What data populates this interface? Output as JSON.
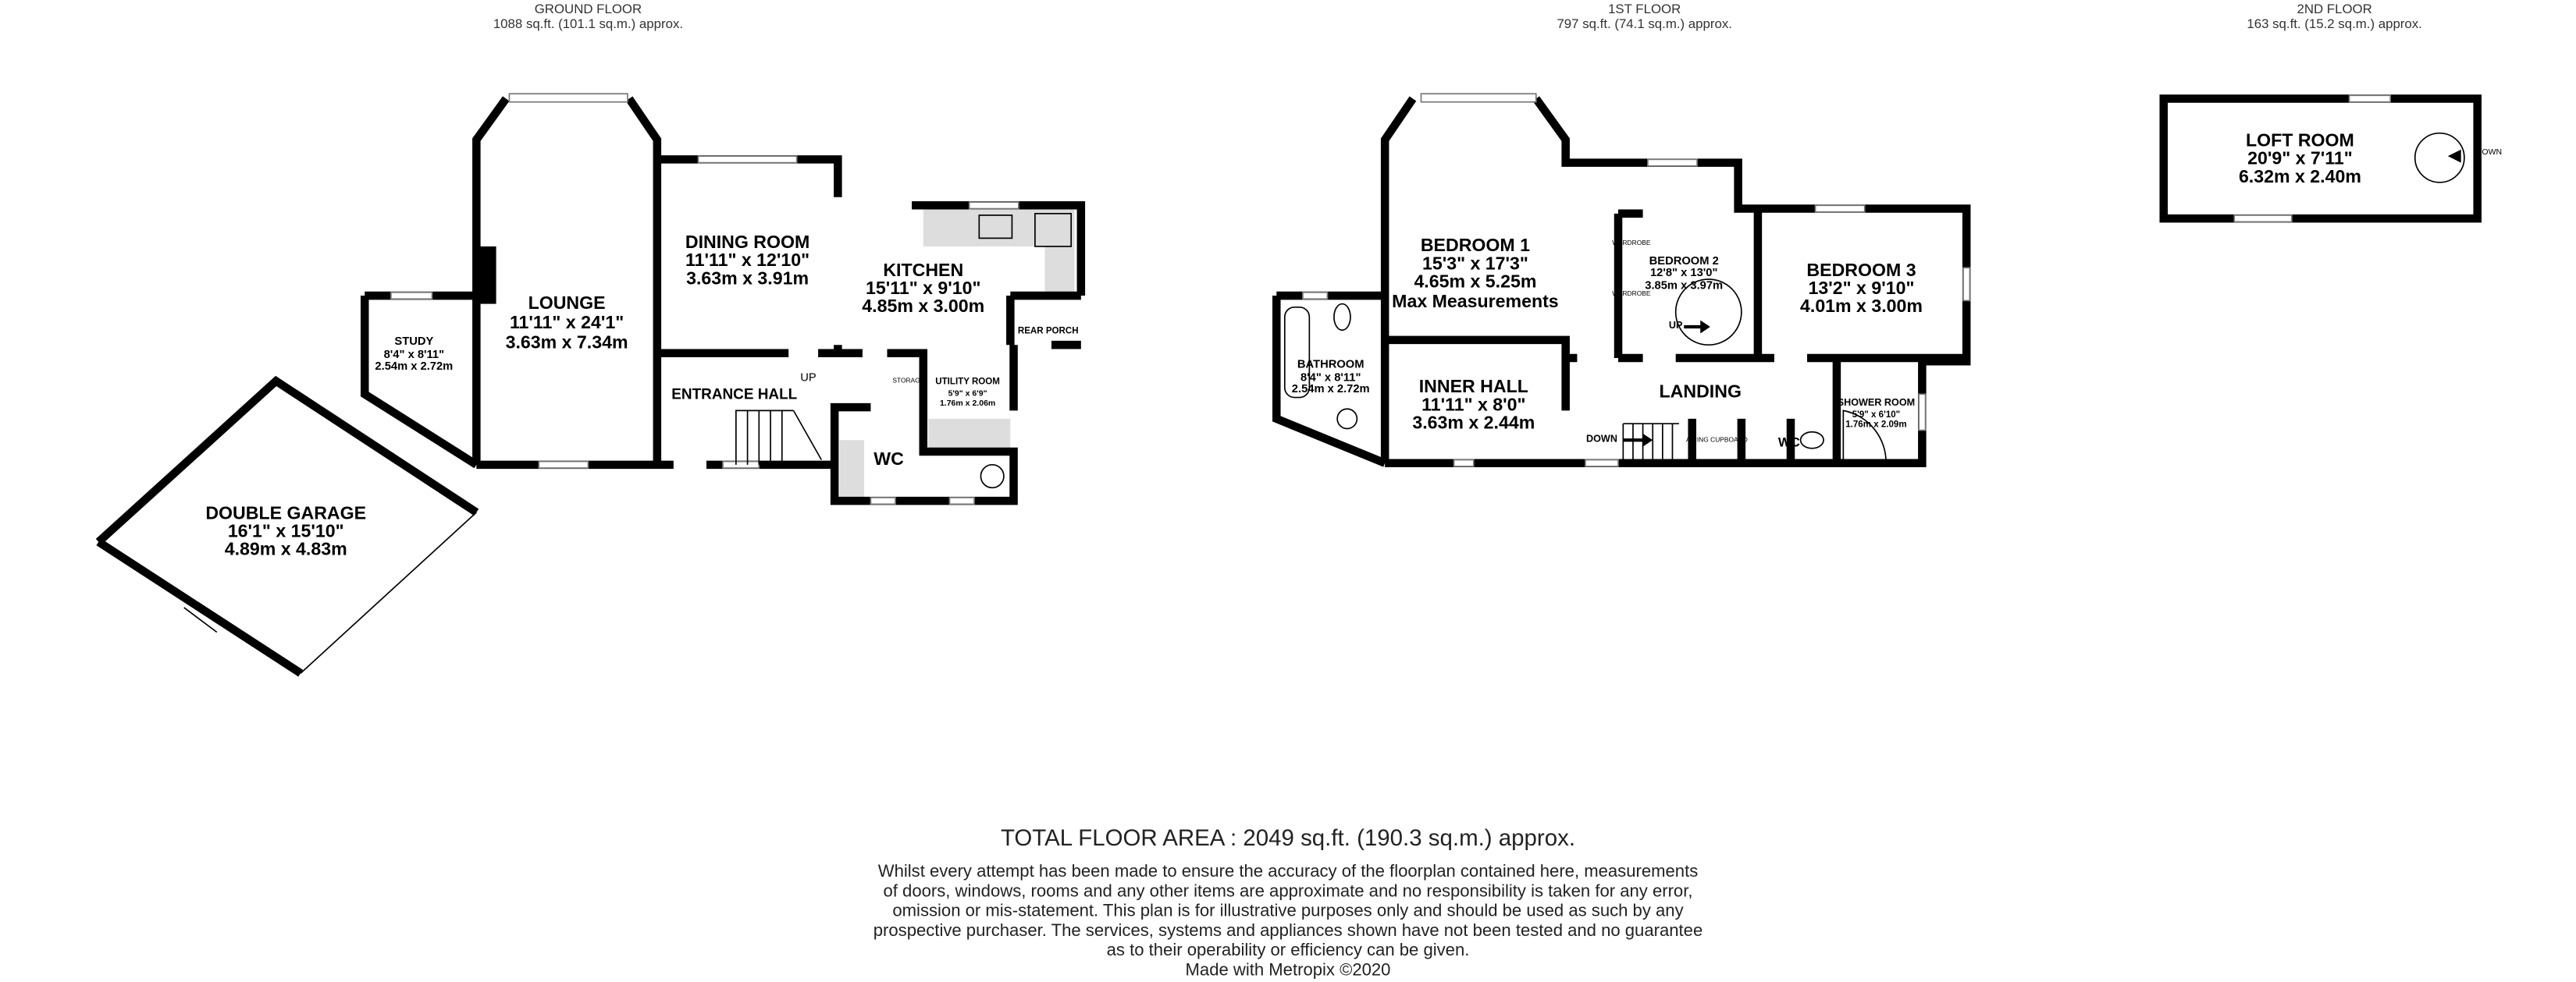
{
  "floors": [
    {
      "title": "GROUND FLOOR",
      "area": "1088 sq.ft. (101.1 sq.m.) approx.",
      "rooms": [
        {
          "lines": [
            "LOUNGE",
            "11'11\"  x 24'1\"",
            "3.63m  x 7.34m"
          ]
        },
        {
          "lines": [
            "DINING ROOM",
            "11'11\"  x 12'10\"",
            "3.63m  x 3.91m"
          ]
        },
        {
          "lines": [
            "KITCHEN",
            "15'11\"  x 9'10\"",
            "4.85m  x 3.00m"
          ]
        },
        {
          "lines": [
            "STUDY",
            "8'4\"  x 8'11\"",
            "2.54m  x 2.72m"
          ]
        },
        {
          "lines": [
            "DOUBLE GARAGE",
            "16'1\"  x 15'10\"",
            "4.89m  x 4.83m"
          ]
        },
        {
          "lines": [
            "UTILITY ROOM",
            "5'9\"  x 6'9\"",
            "1.76m  x 2.06m"
          ]
        },
        {
          "lines": [
            "ENTRANCE HALL"
          ]
        },
        {
          "lines": [
            "WC"
          ]
        },
        {
          "lines": [
            "REAR PORCH"
          ]
        },
        {
          "lines": [
            "STORAGE"
          ]
        }
      ],
      "stairs_label": "UP"
    },
    {
      "title": "1ST FLOOR",
      "area": "797 sq.ft. (74.1 sq.m.) approx.",
      "rooms": [
        {
          "lines": [
            "BEDROOM 1",
            "15'3\"  x 17'3\"",
            "4.65m  x 5.25m",
            "Max Measurements"
          ]
        },
        {
          "lines": [
            "BEDROOM 2",
            "12'8\"  x 13'0\"",
            "3.85m  x 3.97m"
          ]
        },
        {
          "lines": [
            "BEDROOM 3",
            "13'2\"  x 9'10\"",
            "4.01m  x 3.00m"
          ]
        },
        {
          "lines": [
            "BATHROOM",
            "8'4\"  x 8'11\"",
            "2.54m  x 2.72m"
          ]
        },
        {
          "lines": [
            "INNER HALL",
            "11'11\"  x 8'0\"",
            "3.63m  x 2.44m"
          ]
        },
        {
          "lines": [
            "LANDING"
          ]
        },
        {
          "lines": [
            "SHOWER ROOM",
            "5'9\"  x 6'10\"",
            "1.76m  x 2.09m"
          ]
        },
        {
          "lines": [
            "WC"
          ]
        },
        {
          "lines": [
            "AIRING CUPBOARD"
          ]
        },
        {
          "lines": [
            "WARDROBE"
          ]
        },
        {
          "lines": [
            "WARDROBE"
          ]
        }
      ],
      "stairs_down": "DOWN",
      "stairs_up": "UP"
    },
    {
      "title": "2ND FLOOR",
      "area": "163 sq.ft. (15.2 sq.m.) approx.",
      "rooms": [
        {
          "lines": [
            "LOFT ROOM",
            "20'9\"  x 7'11\"",
            "6.32m  x 2.40m"
          ]
        }
      ],
      "stairs_down": "DOWN"
    }
  ],
  "footer": {
    "total": "TOTAL FLOOR AREA : 2049 sq.ft. (190.3 sq.m.) approx.",
    "disclaimer": [
      "Whilst every attempt has been made to ensure the accuracy of the floorplan contained here, measurements",
      "of doors, windows, rooms and any other items are approximate and no responsibility is taken for any error,",
      "omission or mis-statement. This plan is for illustrative purposes only and should be used as such by any",
      "prospective purchaser. The services, systems and appliances shown have not been tested and no guarantee",
      "as to their operability or efficiency can be given."
    ],
    "credit": "Made with Metropix ©2020"
  },
  "colors": {
    "wall": "#000000",
    "fixture": "#dddddd"
  }
}
